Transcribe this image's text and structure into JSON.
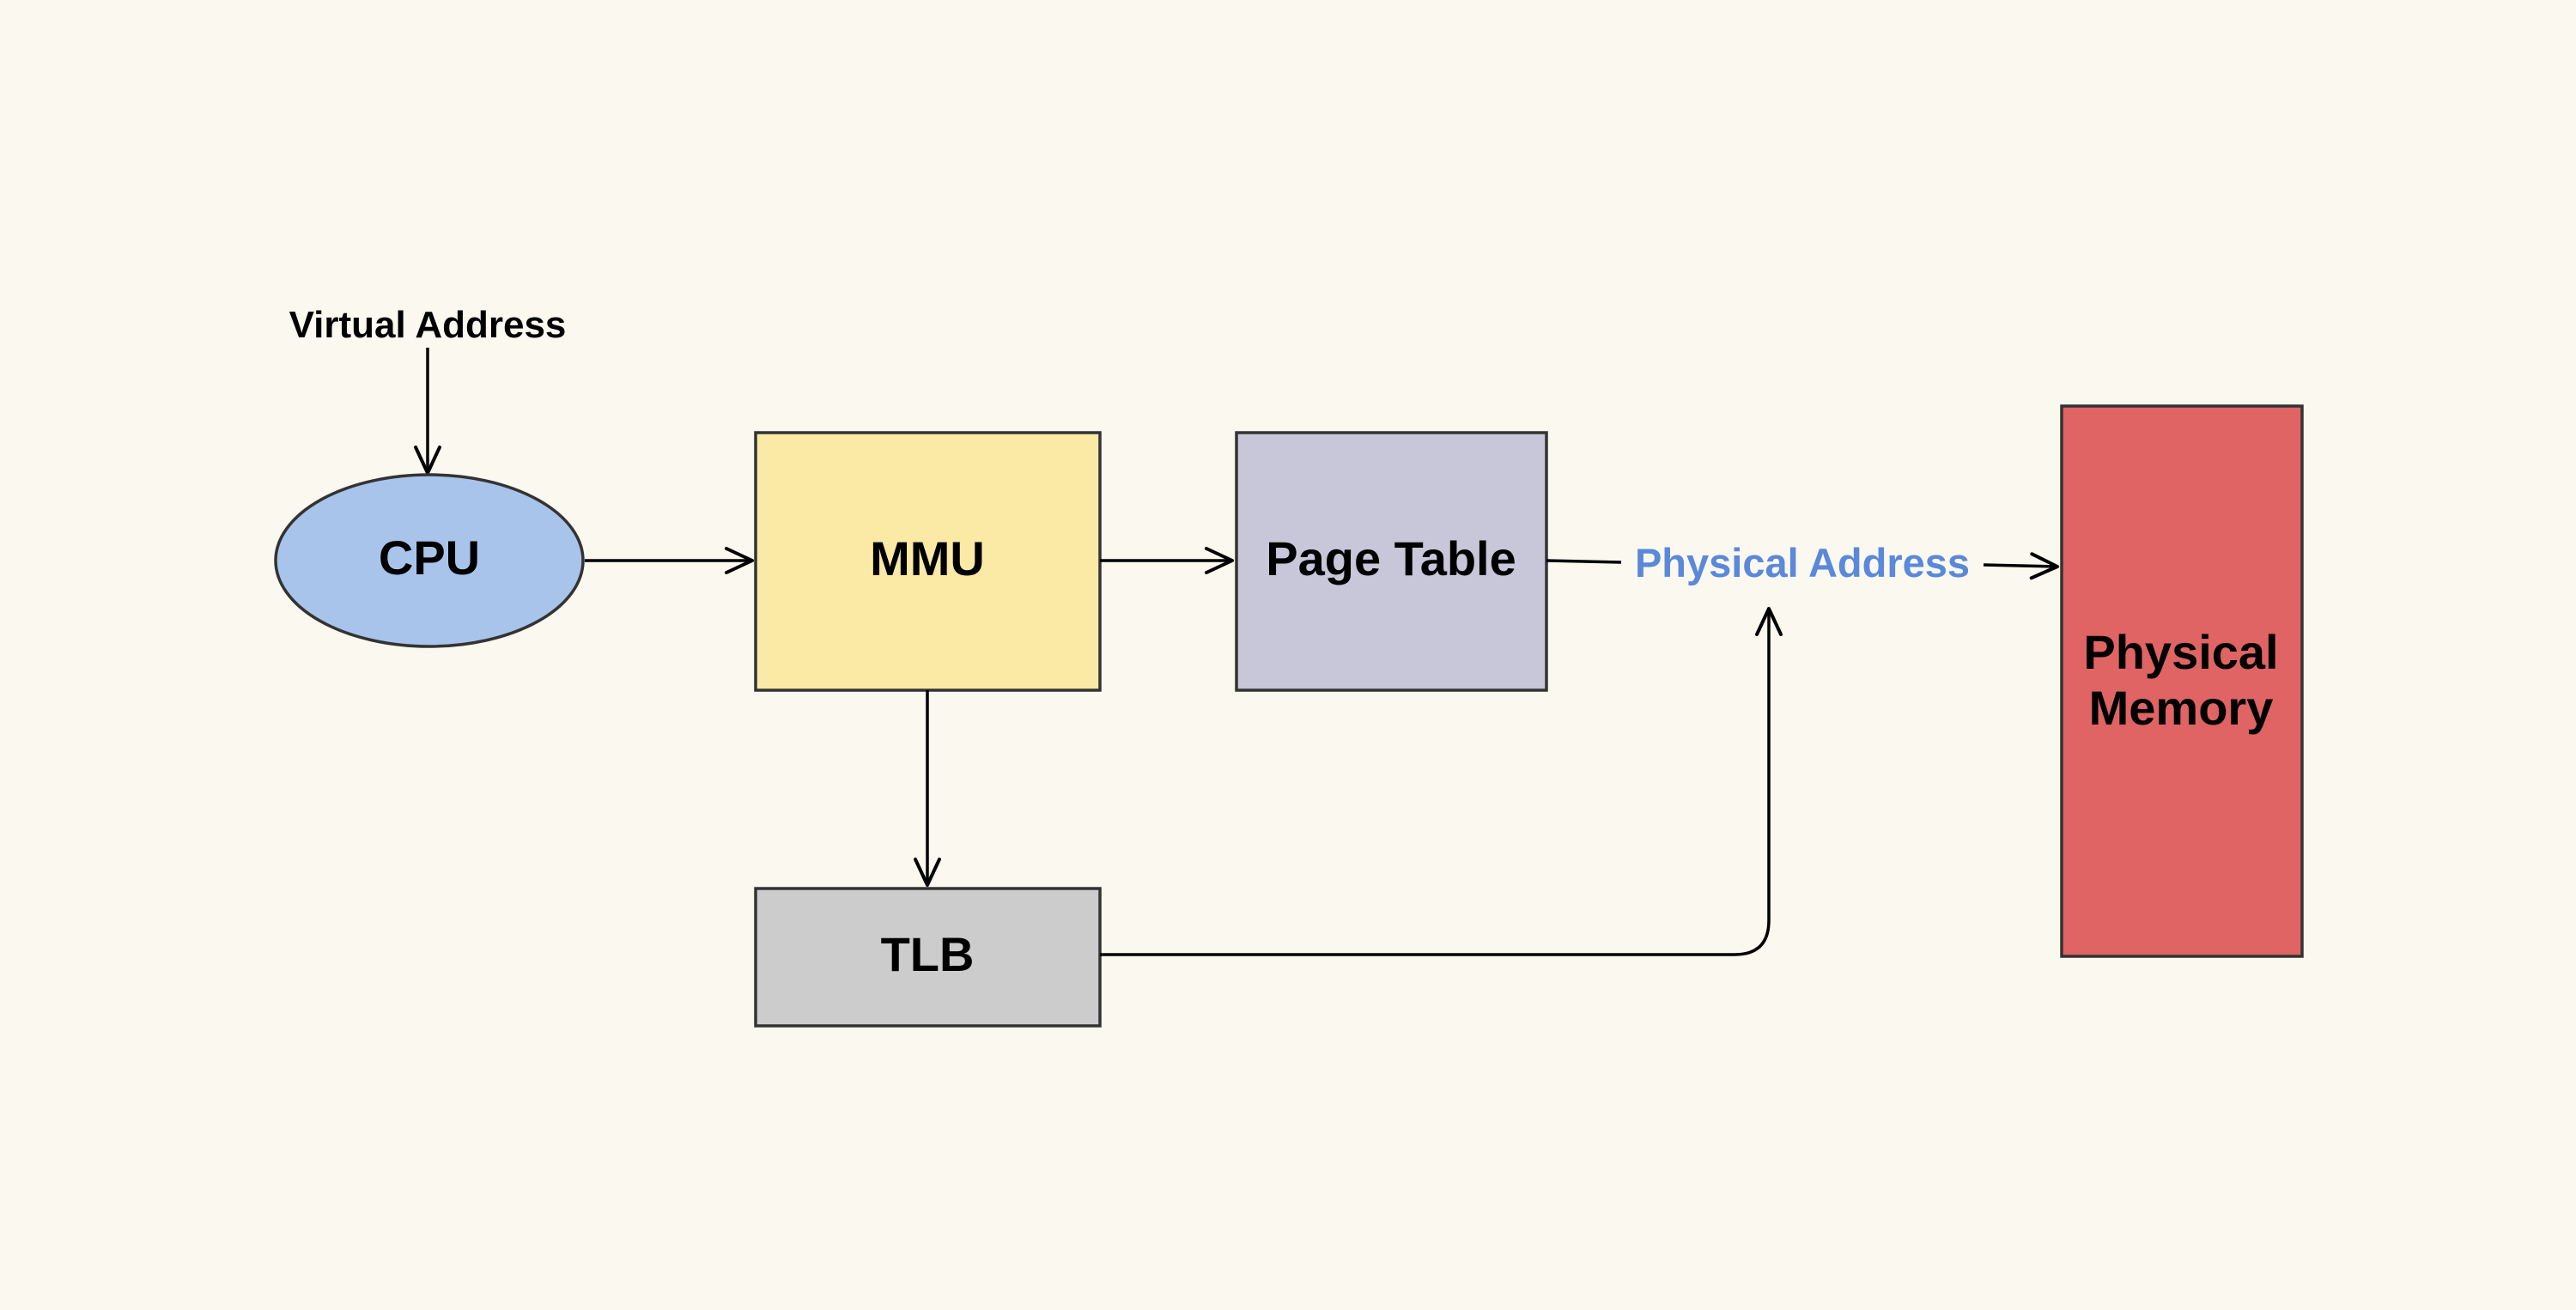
{
  "labels": {
    "virtual_address": "Virtual Address",
    "cpu": "CPU",
    "mmu": "MMU",
    "page_table": "Page Table",
    "physical_address": "Physical Address",
    "physical_memory_line1": "Physical",
    "physical_memory_line2": "Memory",
    "tlb": "TLB"
  },
  "colors": {
    "background": "#fbf8ef",
    "cpu_fill": "#a9c4ea",
    "mmu_fill": "#fbe9a6",
    "page_table_fill": "#c8c7d9",
    "tlb_fill": "#cccccc",
    "physical_memory_fill": "#e06464",
    "physical_address_text": "#5b89d9",
    "stroke": "#333333"
  }
}
